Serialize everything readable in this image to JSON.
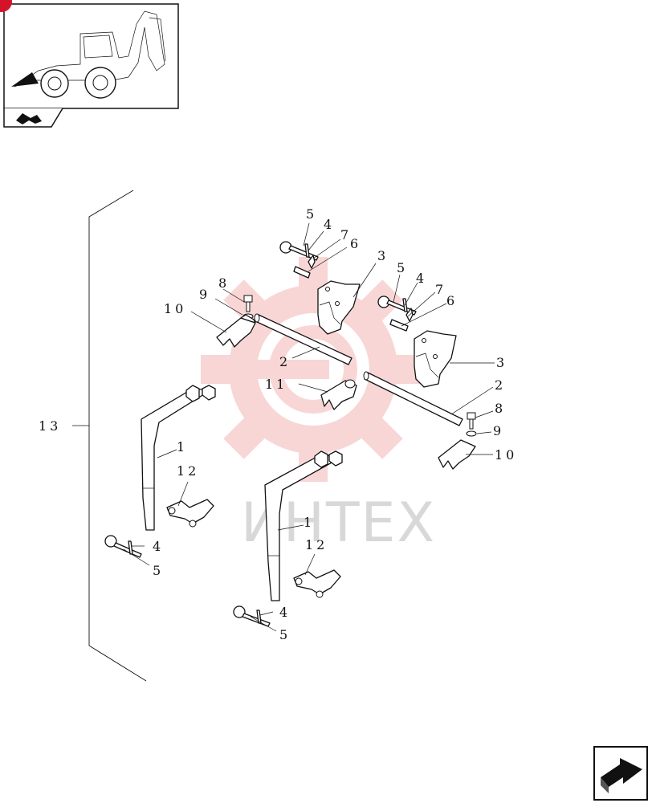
{
  "watermark": {
    "text": "ИНТЕХ",
    "color": "#f4b6b4"
  },
  "nav": {
    "icon": "next-page-arrow-icon"
  },
  "thumbnail": {
    "icon": "backhoe-loader-icon",
    "badge_icon": "section-symbol-icon"
  },
  "callouts": {
    "c1a": "1",
    "c1b": "1",
    "c2a": "2",
    "c2b": "2",
    "c3a": "3",
    "c3b": "3",
    "c4a": "4",
    "c4b": "4",
    "c4c": "4",
    "c4d": "4",
    "c5a": "5",
    "c5b": "5",
    "c5c": "5",
    "c5d": "5",
    "c6a": "6",
    "c6b": "6",
    "c7a": "7",
    "c7b": "7",
    "c8a": "8",
    "c8b": "8",
    "c9a": "9",
    "c9b": "9",
    "c10a": "10",
    "c10b": "10",
    "c11": "11",
    "c12a": "12",
    "c12b": "12",
    "c13": "13"
  }
}
